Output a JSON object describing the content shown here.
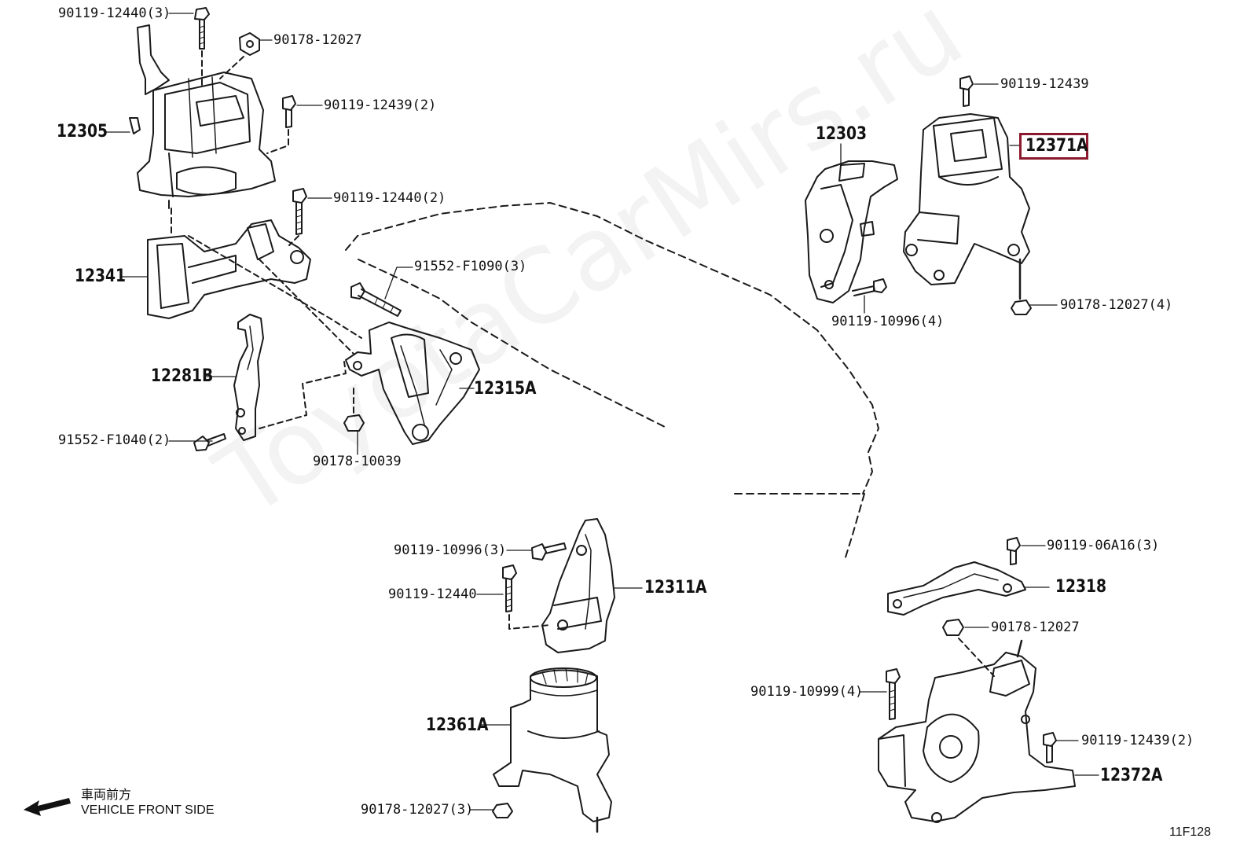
{
  "watermark": "ToyotaCarMirs.ru",
  "highlight_color": "#8b1a2e",
  "orientation": {
    "arrow_icon": "left-arrow-icon",
    "label_jp": "車両前方",
    "label_en": "VEHICLE FRONT SIDE"
  },
  "diagram_code": "11F128",
  "highlighted_part": "12371A",
  "labels": [
    "90119-12440(3)",
    "90178-12027",
    "90119-12439(2)",
    "90119-12440(2)",
    "91552-F1090(3)",
    "91552-F1040(2)",
    "90178-10039",
    "90119-12439",
    "90178-12027(4)",
    "90119-10996(4)",
    "90119-10996(3)",
    "90119-12440",
    "90178-12027(3)",
    "90119-06A16(3)",
    "90178-12027",
    "90119-10999(4)",
    "90119-12439(2)"
  ],
  "parts": [
    "12305",
    "12341",
    "12281B",
    "12315A",
    "12303",
    "12371A",
    "12311A",
    "12361A",
    "12318",
    "12372A"
  ]
}
